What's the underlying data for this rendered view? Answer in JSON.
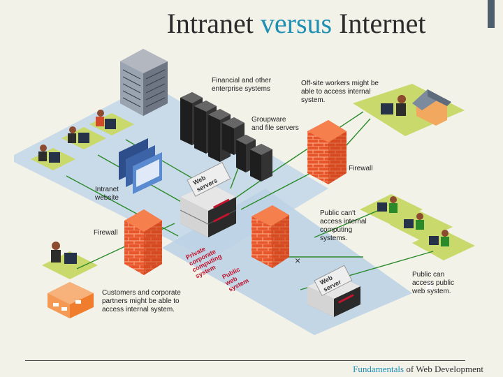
{
  "title": {
    "part1": "Intranet",
    "part2": "versus",
    "part3": "Internet"
  },
  "footer": {
    "part1": "Fundamentals",
    "part2": "of Web Development"
  },
  "labels": {
    "financial_1": "Financial and other",
    "financial_2": "enterprise systems",
    "offsite_1": "Off-site workers might be",
    "offsite_2": "able to access internal",
    "offsite_3": "system.",
    "groupware_1": "Groupware",
    "groupware_2": "and file servers",
    "firewall_right": "Firewall",
    "intranet_1": "Intranet",
    "intranet_2": "website",
    "web_servers_1": "Web",
    "web_servers_2": "servers",
    "firewall_left": "Firewall",
    "public_cant_1": "Public can't",
    "public_cant_2": "access internal",
    "public_cant_3": "computing",
    "public_cant_4": "systems.",
    "private_1": "Private",
    "private_2": "corporate",
    "private_3": "computing",
    "private_4": "system",
    "public_web_1": "Public",
    "public_web_2": "web",
    "public_web_3": "system",
    "web_server_1": "Web",
    "web_server_2": "server",
    "public_can_1": "Public can",
    "public_can_2": "access public",
    "public_can_3": "web system.",
    "customers_1": "Customers and corporate",
    "customers_2": "partners might be able to",
    "customers_3": "access internal system."
  }
}
